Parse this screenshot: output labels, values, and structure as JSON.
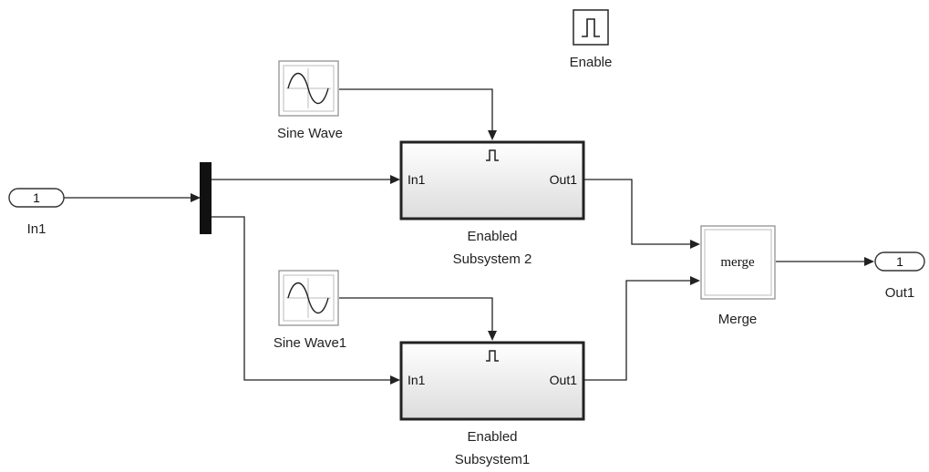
{
  "blocks": {
    "enable_label": "Enable",
    "sine_wave_label": "Sine Wave",
    "sine_wave1_label": "Sine Wave1",
    "in1_label": "In1",
    "in1_port_number": "1",
    "out1_label": "Out1",
    "out1_port_number": "1",
    "merge_label": "Merge",
    "merge_text": "merge",
    "subsystem2": {
      "label_line1": "Enabled",
      "label_line2": "Subsystem 2",
      "in_port": "In1",
      "out_port": "Out1"
    },
    "subsystem1": {
      "label_line1": "Enabled",
      "label_line2": "Subsystem1",
      "in_port": "In1",
      "out_port": "Out1"
    }
  },
  "icons": {
    "enable": "enable-pulse-icon",
    "sine": "sine-wave-icon"
  }
}
